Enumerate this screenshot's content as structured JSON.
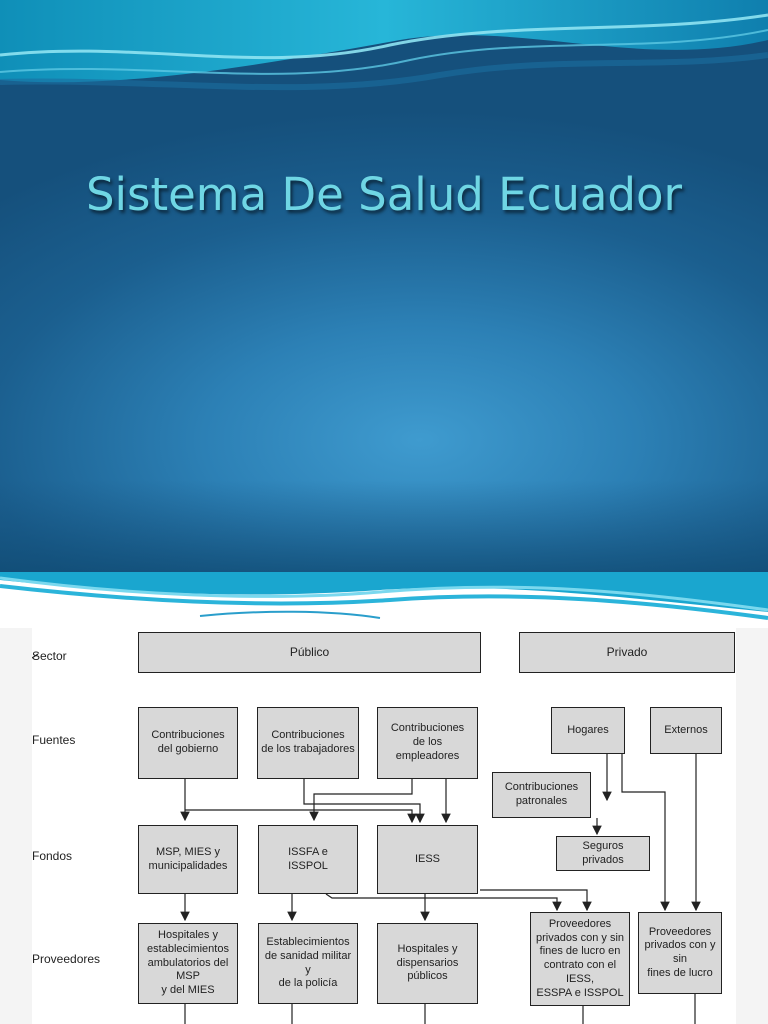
{
  "title": "Sistema De Salud Ecuador",
  "rows": {
    "sector": "Sector",
    "fuentes": "Fuentes",
    "fondos": "Fondos",
    "proveedores": "Proveedores"
  },
  "sector": {
    "publico": "Público",
    "privado": "Privado"
  },
  "fuentes": {
    "gobierno": "Contribuciones\ndel gobierno",
    "trabajadores": "Contribuciones\nde los trabajadores",
    "empleadores": "Contribuciones\nde los empleadores",
    "hogares": "Hogares",
    "externos": "Externos",
    "patronales": "Contribuciones\npatronales"
  },
  "fondos": {
    "msp": "MSP, MIES y\nmunicipalidades",
    "issfa": "ISSFA e\nISSPOL",
    "iess": "IESS",
    "seguros": "Seguros\nprivados"
  },
  "proveedores": {
    "hospitales_msp": "Hospitales y\nestablecimientos\nambulatorios del MSP\ny del MIES",
    "sanidad": "Establecimientos\nde sanidad militar y\nde la policía",
    "dispensarios": "Hospitales y\ndispensarios\npúblicos",
    "privados_contrato": "Proveedores\nprivados con y sin\nfines de lucro en\ncontrato con el IESS,\nESSPA e ISSPOL",
    "privados": "Proveedores\nprivados con y sin\nfines de lucro"
  }
}
